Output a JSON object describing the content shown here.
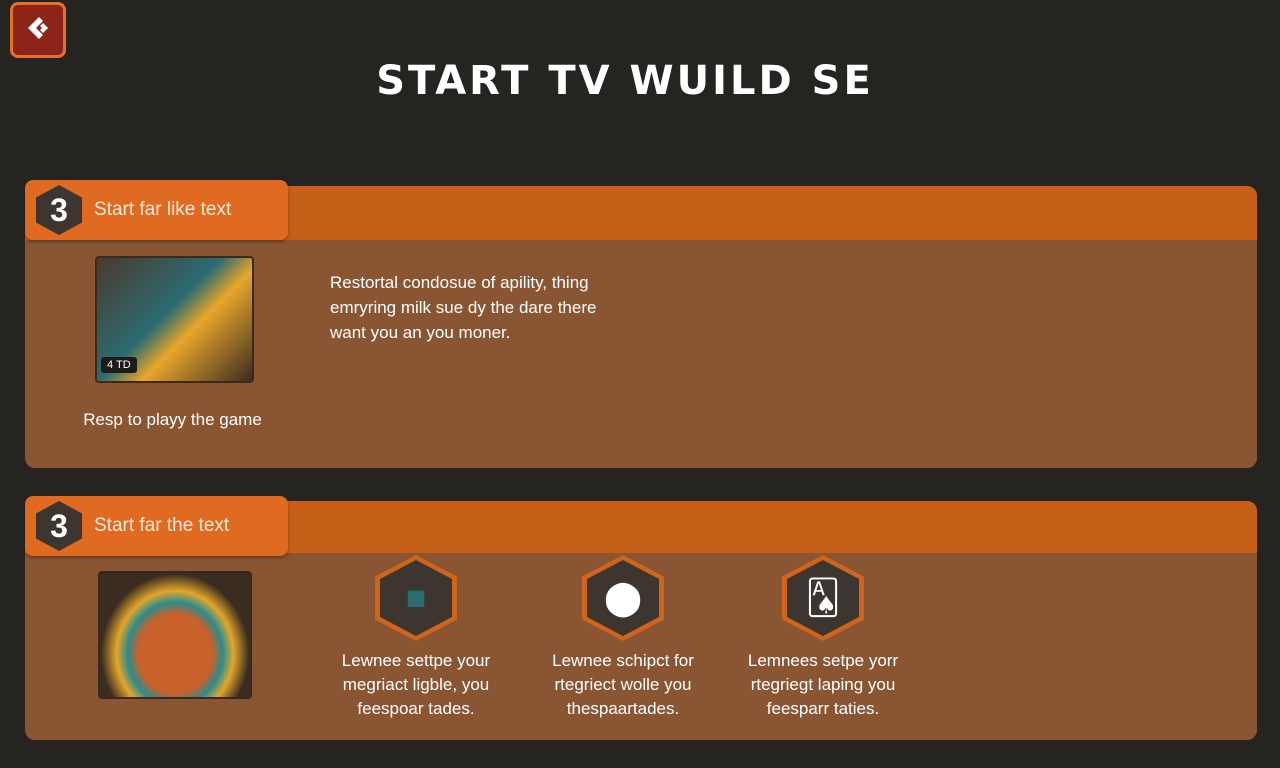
{
  "header": {
    "title": "START TV WUILD SE",
    "back_icon": "back-arrow-icon"
  },
  "panels": [
    {
      "badge": "3",
      "tab_label": "Start far like text",
      "image_badge": "4 TD",
      "caption": "Resp to playy the game",
      "description": [
        "Restortal condosue of apility, thing",
        "emryring milk sue dy the dare there",
        "want you an you moner."
      ]
    },
    {
      "badge": "3",
      "tab_label": "Start far the text",
      "features": [
        {
          "icon": "cube-board-icon",
          "lines": [
            "Lewnee settpe your",
            "megriact ligble, you",
            "feespoar tades."
          ]
        },
        {
          "icon": "table-icon",
          "lines": [
            "Lewnee schipct for",
            "rtegriect wolle you",
            "thespaartades."
          ]
        },
        {
          "icon": "cards-icon",
          "lines": [
            "Lemnees setpe yorr",
            "rtegriegt laping you",
            "feesparr taties."
          ]
        }
      ]
    }
  ],
  "colors": {
    "background": "#262421",
    "panel": "#8a5533",
    "header_bar": "#c65f17",
    "tab": "#e06a1f"
  }
}
